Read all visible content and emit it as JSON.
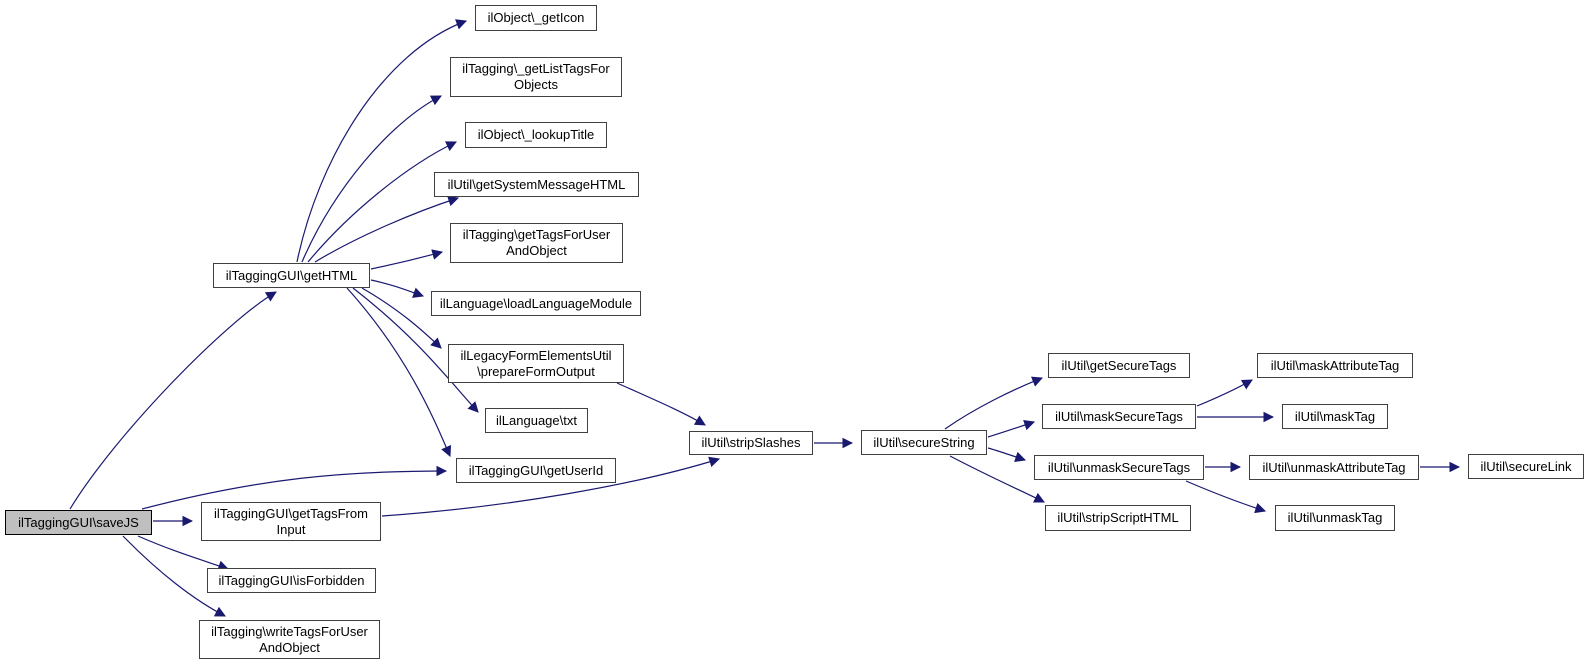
{
  "diagram": {
    "type": "call-graph",
    "colors": {
      "edge": "#191970",
      "node_border": "#404040",
      "highlight_fill": "#bfbfbf",
      "node_fill": "#ffffff"
    },
    "nodes": {
      "saveJS": {
        "lines": [
          "ilTaggingGUI\\saveJS"
        ],
        "highlighted": true
      },
      "getHTML": {
        "lines": [
          "ilTaggingGUI\\getHTML"
        ]
      },
      "getTagsFromInput": {
        "lines": [
          "ilTaggingGUI\\getTagsFrom",
          "Input"
        ]
      },
      "isForbidden": {
        "lines": [
          "ilTaggingGUI\\isForbidden"
        ]
      },
      "writeTagsForUserAndObject": {
        "lines": [
          "ilTagging\\writeTagsForUser",
          "AndObject"
        ]
      },
      "getIcon": {
        "lines": [
          "ilObject\\_getIcon"
        ]
      },
      "getListTagsForObjects": {
        "lines": [
          "ilTagging\\_getListTagsFor",
          "Objects"
        ]
      },
      "lookupTitle": {
        "lines": [
          "ilObject\\_lookupTitle"
        ]
      },
      "getSystemMessageHTML": {
        "lines": [
          "ilUtil\\getSystemMessageHTML"
        ]
      },
      "getTagsForUserAndObject": {
        "lines": [
          "ilTagging\\getTagsForUser",
          "AndObject"
        ]
      },
      "loadLanguageModule": {
        "lines": [
          "ilLanguage\\loadLanguageModule"
        ]
      },
      "prepareFormOutput": {
        "lines": [
          "ilLegacyFormElementsUtil",
          "\\prepareFormOutput"
        ]
      },
      "txt": {
        "lines": [
          "ilLanguage\\txt"
        ]
      },
      "getUserId": {
        "lines": [
          "ilTaggingGUI\\getUserId"
        ]
      },
      "stripSlashes": {
        "lines": [
          "ilUtil\\stripSlashes"
        ]
      },
      "secureString": {
        "lines": [
          "ilUtil\\secureString"
        ]
      },
      "getSecureTags": {
        "lines": [
          "ilUtil\\getSecureTags"
        ]
      },
      "maskSecureTags": {
        "lines": [
          "ilUtil\\maskSecureTags"
        ]
      },
      "unmaskSecureTags": {
        "lines": [
          "ilUtil\\unmaskSecureTags"
        ]
      },
      "stripScriptHTML": {
        "lines": [
          "ilUtil\\stripScriptHTML"
        ]
      },
      "maskAttributeTag": {
        "lines": [
          "ilUtil\\maskAttributeTag"
        ]
      },
      "maskTag": {
        "lines": [
          "ilUtil\\maskTag"
        ]
      },
      "unmaskAttributeTag": {
        "lines": [
          "ilUtil\\unmaskAttributeTag"
        ]
      },
      "unmaskTag": {
        "lines": [
          "ilUtil\\unmaskTag"
        ]
      },
      "secureLink": {
        "lines": [
          "ilUtil\\secureLink"
        ]
      }
    },
    "edges": [
      {
        "from": "saveJS",
        "to": "getHTML"
      },
      {
        "from": "saveJS",
        "to": "getTagsFromInput"
      },
      {
        "from": "saveJS",
        "to": "isForbidden"
      },
      {
        "from": "saveJS",
        "to": "writeTagsForUserAndObject"
      },
      {
        "from": "saveJS",
        "to": "getUserId"
      },
      {
        "from": "getHTML",
        "to": "getIcon"
      },
      {
        "from": "getHTML",
        "to": "getListTagsForObjects"
      },
      {
        "from": "getHTML",
        "to": "lookupTitle"
      },
      {
        "from": "getHTML",
        "to": "getSystemMessageHTML"
      },
      {
        "from": "getHTML",
        "to": "getTagsForUserAndObject"
      },
      {
        "from": "getHTML",
        "to": "loadLanguageModule"
      },
      {
        "from": "getHTML",
        "to": "prepareFormOutput"
      },
      {
        "from": "getHTML",
        "to": "txt"
      },
      {
        "from": "getHTML",
        "to": "getUserId"
      },
      {
        "from": "getTagsFromInput",
        "to": "stripSlashes"
      },
      {
        "from": "prepareFormOutput",
        "to": "stripSlashes"
      },
      {
        "from": "stripSlashes",
        "to": "secureString"
      },
      {
        "from": "secureString",
        "to": "getSecureTags"
      },
      {
        "from": "secureString",
        "to": "maskSecureTags"
      },
      {
        "from": "secureString",
        "to": "unmaskSecureTags"
      },
      {
        "from": "secureString",
        "to": "stripScriptHTML"
      },
      {
        "from": "maskSecureTags",
        "to": "maskAttributeTag"
      },
      {
        "from": "maskSecureTags",
        "to": "maskTag"
      },
      {
        "from": "unmaskSecureTags",
        "to": "unmaskAttributeTag"
      },
      {
        "from": "unmaskSecureTags",
        "to": "unmaskTag"
      },
      {
        "from": "unmaskAttributeTag",
        "to": "secureLink"
      }
    ]
  }
}
